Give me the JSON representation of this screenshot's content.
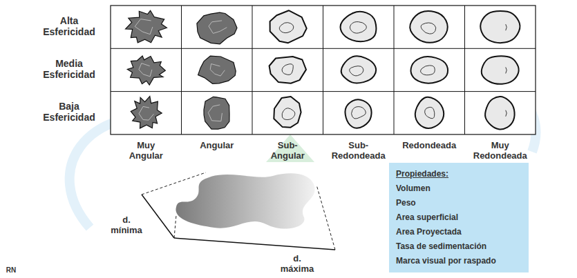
{
  "diagram": {
    "nodes": [
      {
        "text": [
          "Propiedades:",
          "Volumen",
          "Peso",
          "Area superficial",
          "Area Proyectada",
          "Tasa de sedimentación",
          "Marca visual por raspado"
        ]
      }
    ],
    "labels": [
      "Alta Esfericidad",
      "Media Esfericidad",
      "Baja Esfericidad",
      "Muy Angular",
      "Angular",
      "Sub-Angular",
      "Sub-Redondeada",
      "Redondeada",
      "Muy Redondeada",
      "d. mínima",
      "d. máxima",
      "RN"
    ]
  }
}
